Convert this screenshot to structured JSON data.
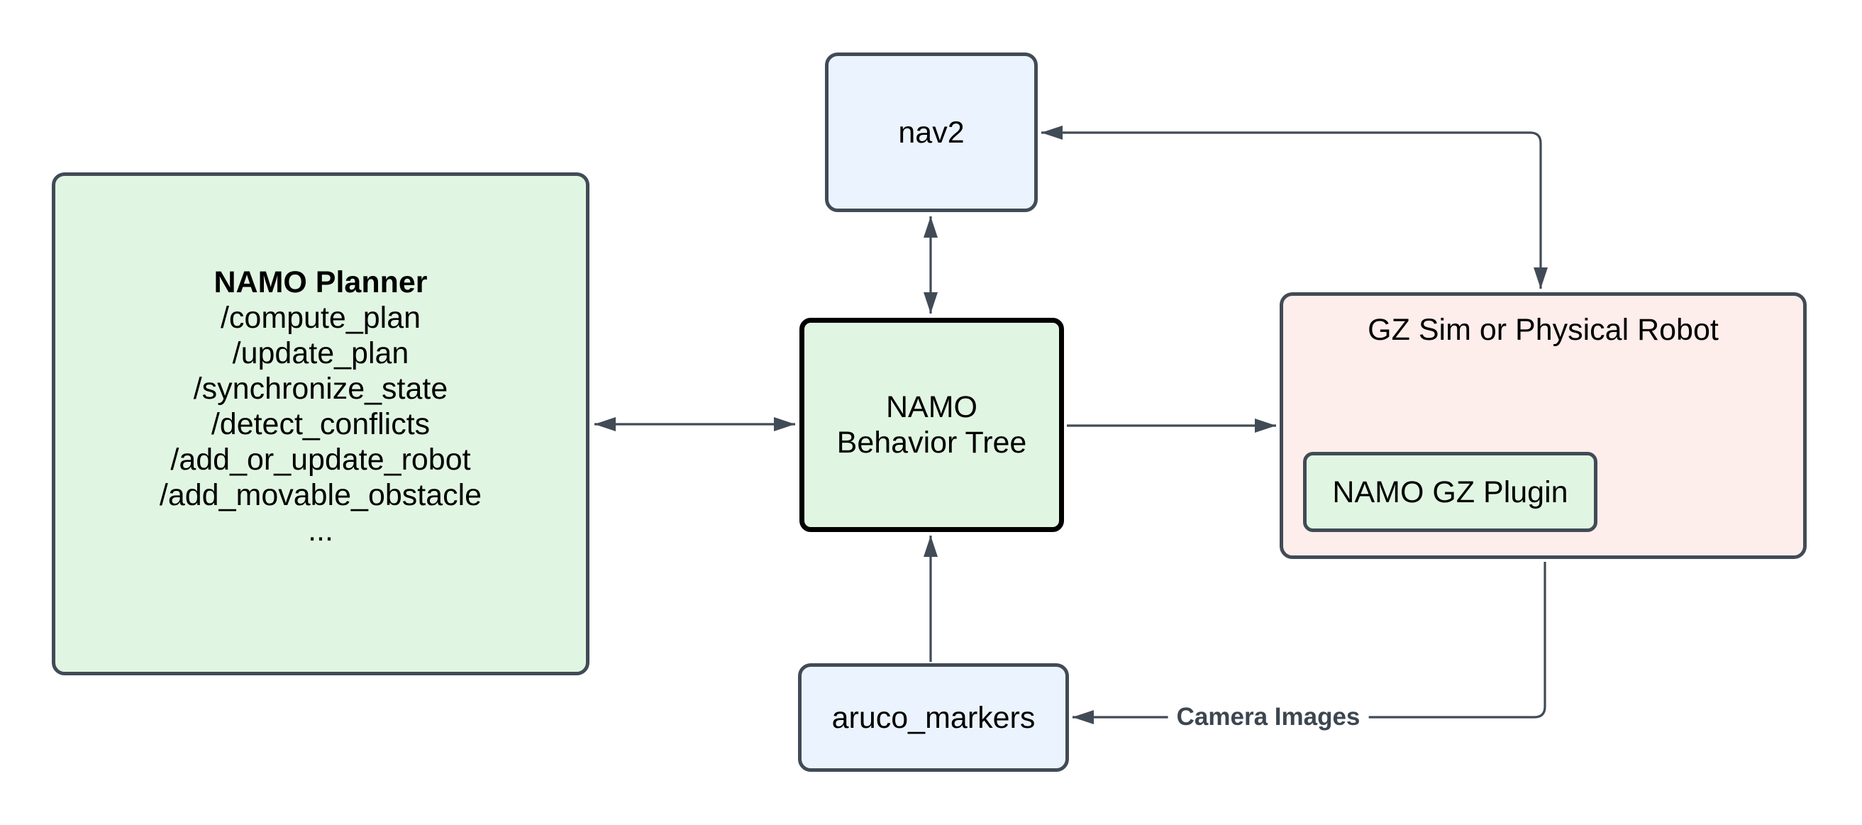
{
  "diagram": {
    "background": "#ffffff",
    "colors": {
      "node_green_fill": "#e1f6e2",
      "node_blue_fill": "#ebf3fe",
      "node_pink_fill": "#fdedeb",
      "border_slate": "#414b56",
      "border_black": "#000000",
      "edge_color": "#414b56",
      "text_color": "#000000",
      "edge_label_color": "#3c4650"
    },
    "nodes": {
      "namo_planner": {
        "title": "NAMO Planner",
        "services": [
          "/compute_plan",
          "/update_plan",
          "/synchronize_state",
          "/detect_conflicts",
          "/add_or_update_robot",
          "/add_movable_obstacle",
          "..."
        ]
      },
      "nav2": {
        "label": "nav2"
      },
      "behavior_tree": {
        "label": "NAMO Behavior Tree"
      },
      "gz_sim": {
        "label": "GZ Sim or Physical Robot"
      },
      "gz_plugin": {
        "label": "NAMO GZ Plugin"
      },
      "aruco_markers": {
        "label": "aruco_markers"
      }
    },
    "edges": {
      "planner_bt": {
        "type": "double-arrow"
      },
      "nav2_bt": {
        "type": "double-arrow"
      },
      "bt_gz": {
        "type": "arrow"
      },
      "aruco_bt": {
        "type": "arrow"
      },
      "gz_nav2_elbow": {
        "type": "double-arrow"
      },
      "gz_aruco_elbow": {
        "type": "arrow",
        "label": "Camera Images"
      }
    }
  }
}
